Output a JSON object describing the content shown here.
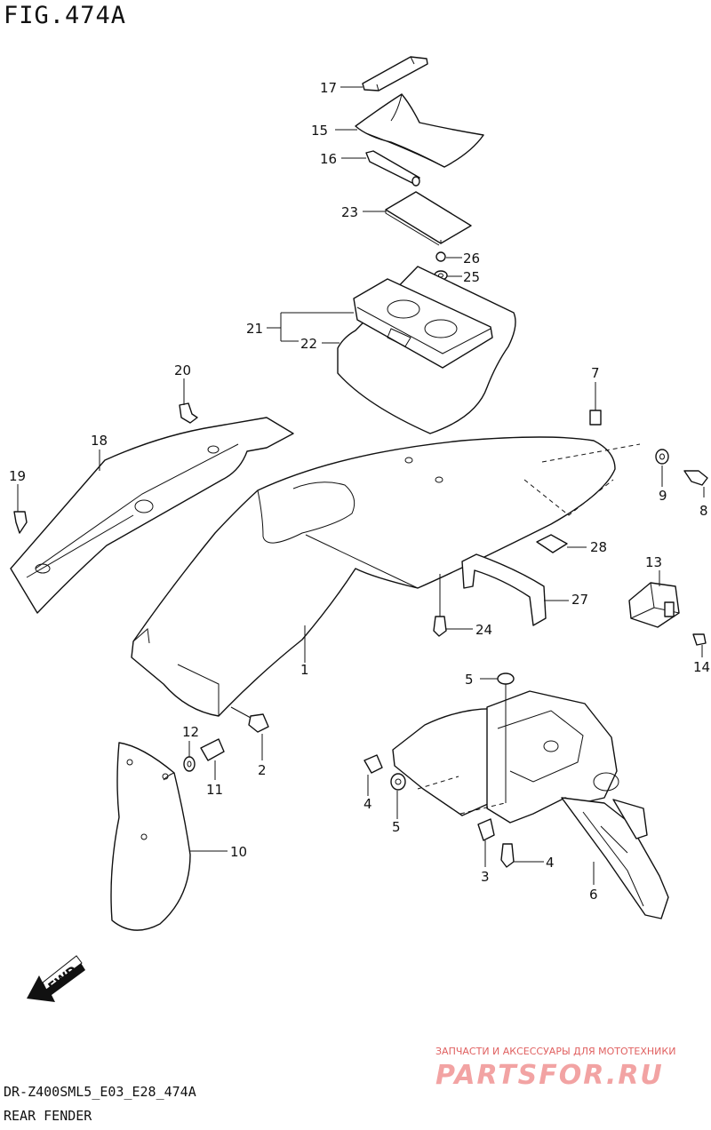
{
  "figure": {
    "title": "FIG.474A"
  },
  "footer": {
    "code": "DR-Z400SML5_E03_E28_474A",
    "caption": "REAR FENDER"
  },
  "fwd_label": "FWD",
  "watermark": {
    "tagline": "ЗАПЧАСТИ И АКСЕССУАРЫ ДЛЯ МОТОТЕХНИКИ",
    "brand": "PARTSFOR.RU"
  },
  "callouts": {
    "c1": "1",
    "c2": "2",
    "c3": "3",
    "c4a": "4",
    "c4b": "4",
    "c5a": "5",
    "c5b": "5",
    "c6": "6",
    "c7": "7",
    "c8": "8",
    "c9": "9",
    "c10": "10",
    "c11": "11",
    "c12": "12",
    "c13": "13",
    "c14": "14",
    "c15": "15",
    "c16": "16",
    "c17": "17",
    "c18": "18",
    "c19": "19",
    "c20": "20",
    "c21": "21",
    "c22": "22",
    "c23": "23",
    "c24": "24",
    "c25": "25",
    "c26": "26",
    "c27": "27",
    "c28": "28"
  }
}
